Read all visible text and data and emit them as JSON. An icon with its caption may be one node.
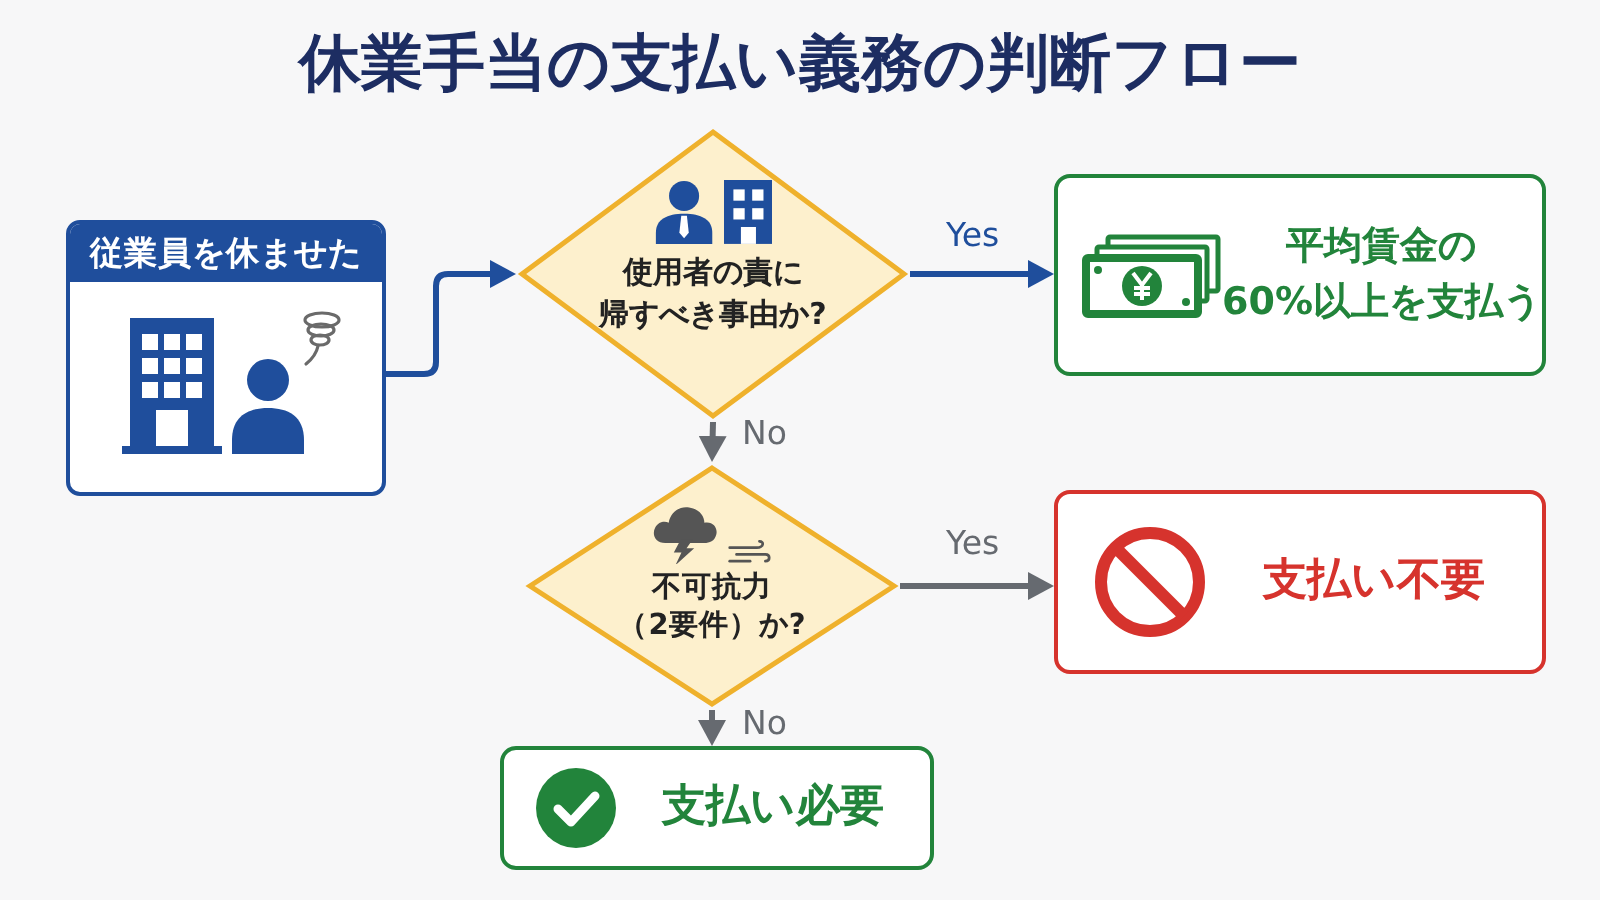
{
  "diagram": {
    "title": "休業手当の支払い義務の判断フロー",
    "nodes": [
      {
        "text": [
          "従業員を休ませた"
        ]
      },
      {
        "text": [
          "使用者の責に帰すべき事由か?"
        ]
      },
      {
        "text": [
          "平均賃金の60%以上を支払う"
        ]
      },
      {
        "text": [
          "不可抗力（2要件）か?"
        ]
      },
      {
        "text": [
          "支払い不要"
        ]
      },
      {
        "text": [
          "支払い必要"
        ]
      }
    ],
    "edges": [
      {
        "from": 0,
        "to": 1,
        "arrow": "to",
        "color": "#1f4e9c"
      },
      {
        "from": 1,
        "to": 2,
        "arrow": "to",
        "label": "Yes",
        "color": "#1f4e9c"
      },
      {
        "from": 1,
        "to": 3,
        "arrow": "to",
        "label": "No"
      },
      {
        "from": 3,
        "to": 4,
        "arrow": "to",
        "label": "Yes"
      },
      {
        "from": 3,
        "to": 5,
        "arrow": "to",
        "label": "No"
      }
    ]
  }
}
